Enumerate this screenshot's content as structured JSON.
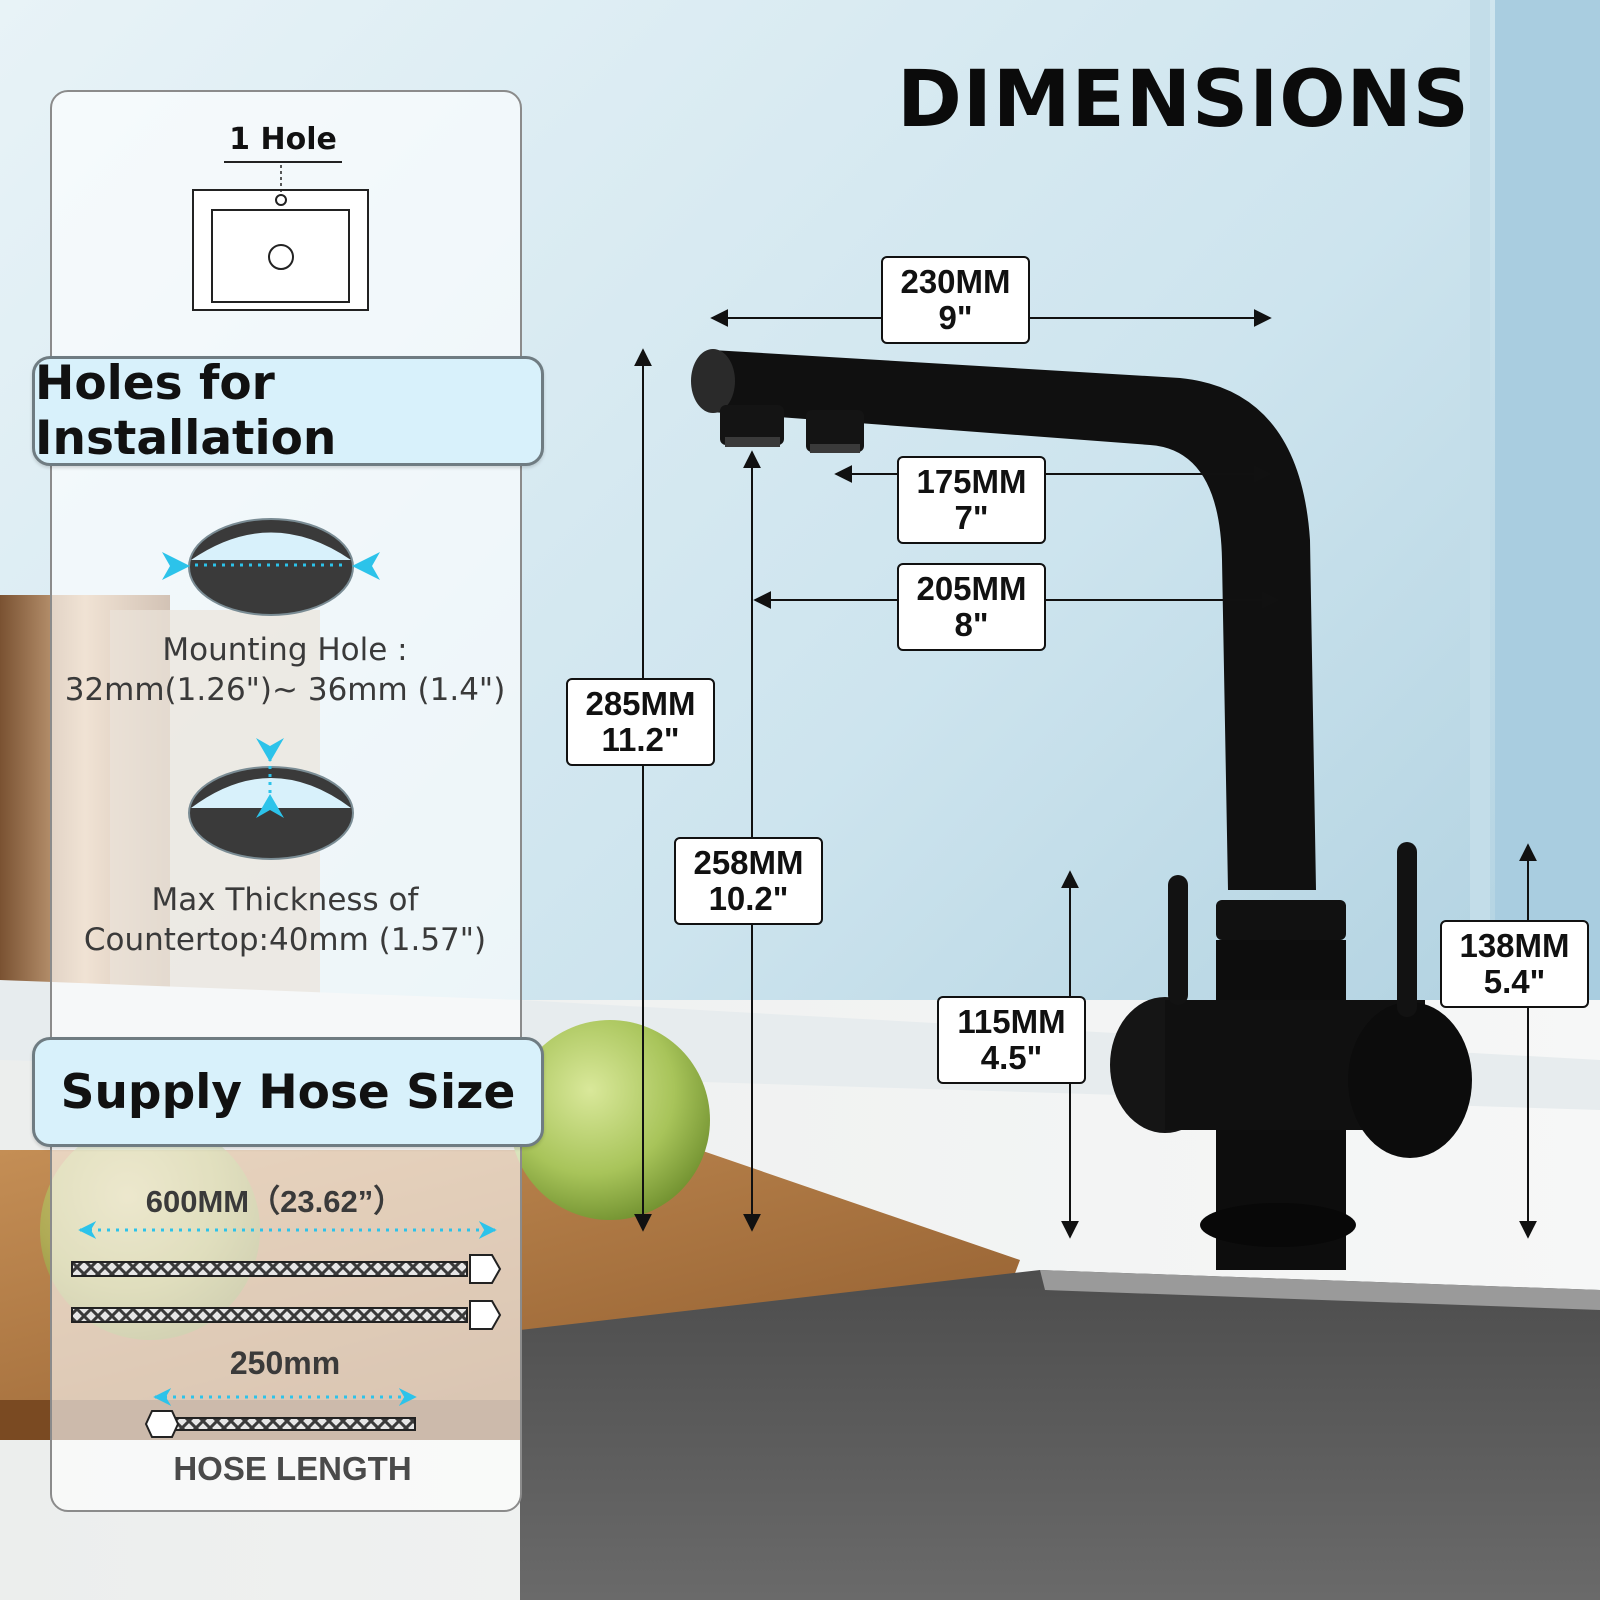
{
  "title": "DIMENSIONS",
  "install": {
    "hole_label": "1 Hole",
    "holes_header": "Holes for Installation",
    "mounting_line1": "Mounting Hole :",
    "mounting_line2": "32mm(1.26\")~ 36mm (1.4\")",
    "thickness_line1": "Max Thickness of",
    "thickness_line2": "Countertop:40mm (1.57\")",
    "hose_header": "Supply Hose Size",
    "hose_long": "600MM（23.62”）",
    "hose_short": "250mm",
    "hose_caption": "HOSE LENGTH"
  },
  "dimensions": [
    {
      "mm": "230MM",
      "inch": "9\""
    },
    {
      "mm": "175MM",
      "inch": "7\""
    },
    {
      "mm": "205MM",
      "inch": "8\""
    },
    {
      "mm": "285MM",
      "inch": "11.2\""
    },
    {
      "mm": "258MM",
      "inch": "10.2\""
    },
    {
      "mm": "115MM",
      "inch": "4.5\""
    },
    {
      "mm": "138MM",
      "inch": "5.4\""
    }
  ],
  "colors": {
    "accent": "#2cc3ea",
    "header_fill": "#d8f1fb",
    "faucet": "#0f0f0f",
    "wall": "#cfe6ee"
  }
}
